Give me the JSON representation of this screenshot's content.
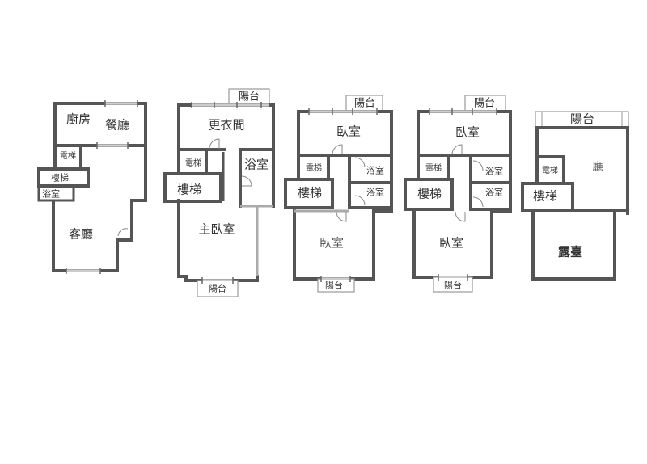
{
  "floors": [
    {
      "id": "floor-1",
      "rooms": {
        "kitchen": "廚房",
        "dining": "餐廳",
        "elevator": "電梯",
        "stairs": "樓梯",
        "bath": "浴室",
        "living": "客廳"
      }
    },
    {
      "id": "floor-2",
      "rooms": {
        "balcony_top": "陽台",
        "closet": "更衣間",
        "elevator": "電梯",
        "bath": "浴室",
        "stairs": "樓梯",
        "master": "主臥室",
        "balcony_bottom": "陽台"
      }
    },
    {
      "id": "floor-3",
      "rooms": {
        "balcony_top": "陽台",
        "bedroom_top": "臥室",
        "elevator": "電梯",
        "bath1": "浴室",
        "bath2": "浴室",
        "stairs": "樓梯",
        "bedroom_bottom": "臥室",
        "balcony_bottom": "陽台"
      }
    },
    {
      "id": "floor-4",
      "rooms": {
        "balcony_top": "陽台",
        "bedroom_top": "臥室",
        "elevator": "電梯",
        "bath1": "浴室",
        "bath2": "浴室",
        "stairs": "樓梯",
        "bedroom_bottom": "臥室",
        "balcony_bottom": "陽台"
      }
    },
    {
      "id": "floor-5",
      "rooms": {
        "balcony_top": "陽台",
        "hall": "廳",
        "elevator": "電梯",
        "stairs": "樓梯",
        "terrace": "露臺"
      }
    }
  ],
  "colors": {
    "wall": "#555555",
    "background": "#ffffff",
    "text": "#333333"
  }
}
